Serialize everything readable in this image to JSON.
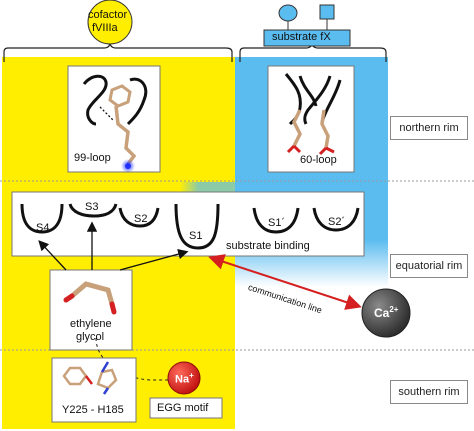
{
  "cofactor": {
    "line1": "cofactor",
    "line2": "fVIIIa"
  },
  "substrate": {
    "label": "substrate fX"
  },
  "loops": {
    "loop99": "99-loop",
    "loop60": "60-loop"
  },
  "subsites": {
    "s4": "S4",
    "s3": "S3",
    "s2": "S2",
    "s1": "S1",
    "s1p": "S1´",
    "s2p": "S2´",
    "binding": "substrate binding"
  },
  "glycol": {
    "line1": "ethylene",
    "line2": "glycol"
  },
  "communication": "communication line",
  "calcium": {
    "base": "Ca",
    "charge": "2+"
  },
  "sodium": {
    "base": "Na",
    "charge": "+"
  },
  "residues": "Y225 - H185",
  "egg_motif": "EGG motif",
  "rims": {
    "northern": "northern rim",
    "equatorial": "equatorial rim",
    "southern": "southern rim"
  },
  "colors": {
    "cofactor_yellow": "#ffee00",
    "substrate_blue": "#5bbcf0",
    "arrow_red": "#d42020",
    "sodium_red": "#d81e1e",
    "calcium_grey": "#3a3a3a"
  }
}
